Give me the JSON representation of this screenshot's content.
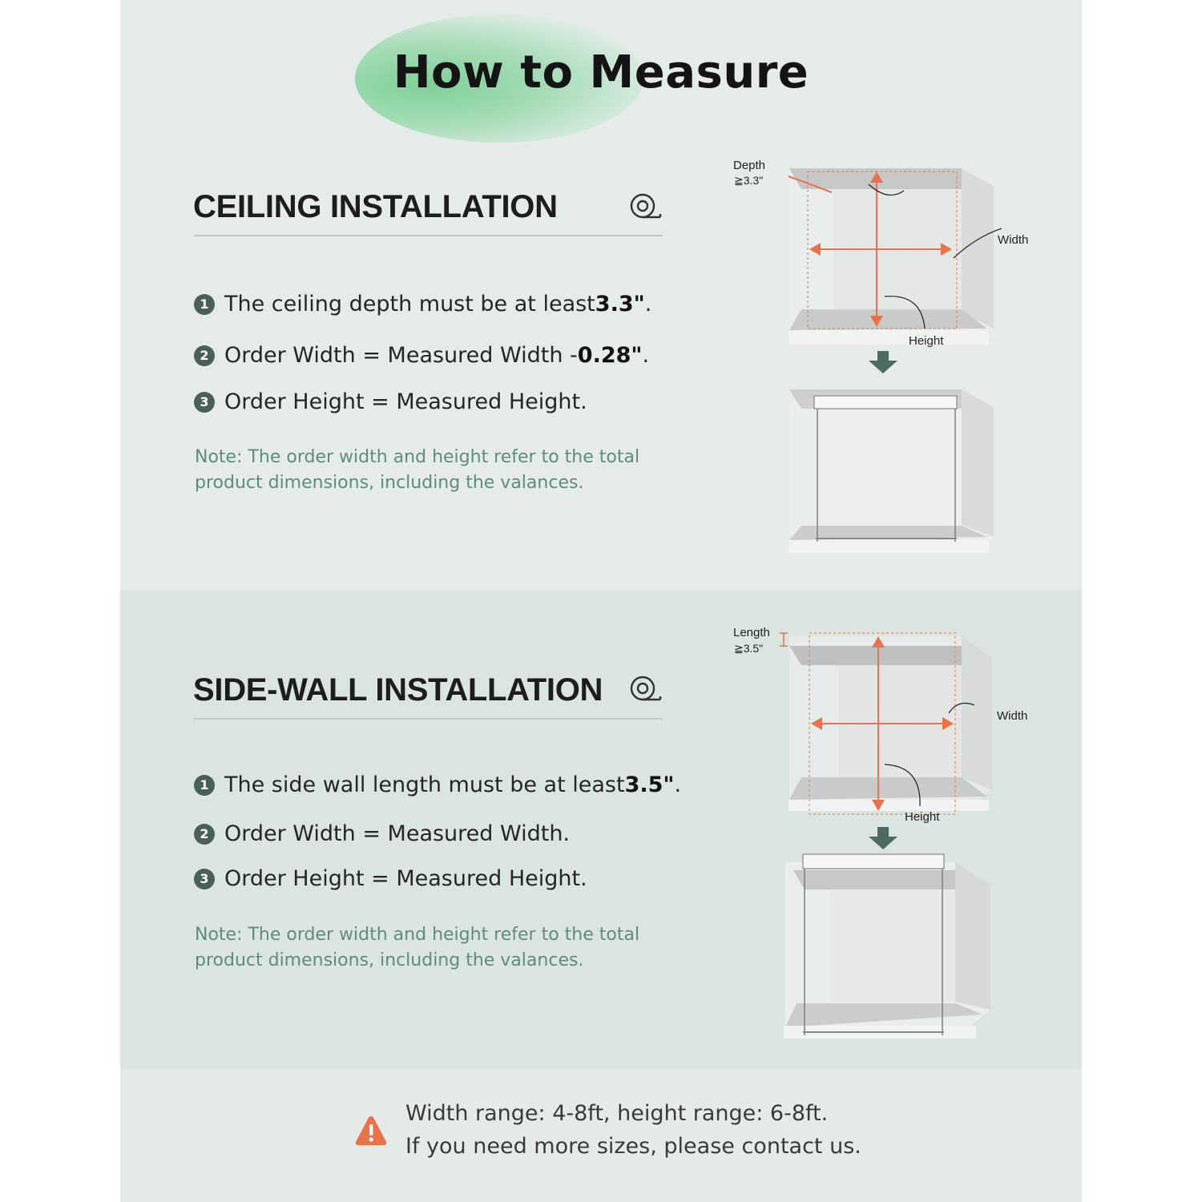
{
  "header": {
    "title": "How to Measure"
  },
  "ceiling": {
    "title": "CEILING INSTALLATION",
    "items": [
      {
        "num": "1",
        "text": "The ceiling depth must be at least ",
        "bold": "3.3\"",
        "end": "."
      },
      {
        "num": "2",
        "text": "Order Width = Measured Width - ",
        "bold": "0.28\"",
        "end": "."
      },
      {
        "num": "3",
        "text": "Order Height = Measured Height.",
        "bold": "",
        "end": ""
      }
    ],
    "note": "Note: The order width and height refer to the total product dimensions, including the valances.",
    "diagram": {
      "depth_label": "Depth",
      "depth_value": "≧3.3\"",
      "width_label": "Width",
      "height_label": "Height"
    }
  },
  "sidewall": {
    "title": "SIDE-WALL INSTALLATION",
    "items": [
      {
        "num": "1",
        "text": "The side wall length must be at least ",
        "bold": "3.5\"",
        "end": "."
      },
      {
        "num": "2",
        "text": "Order Width = Measured Width.",
        "bold": "",
        "end": ""
      },
      {
        "num": "3",
        "text": "Order Height = Measured Height.",
        "bold": "",
        "end": ""
      }
    ],
    "note": "Note: The order width and height refer to the total product dimensions, including the valances.",
    "diagram": {
      "length_label": "Length",
      "length_value": "≧3.5\"",
      "width_label": "Width",
      "height_label": "Height"
    }
  },
  "footer": {
    "line1": "Width range: 4-8ft, height range: 6-8ft.",
    "line2": "If you need more sizes, please contact us."
  },
  "colors": {
    "accent": "#e8734a",
    "arrow_down": "#4d6b5f",
    "number_badge": "#4a5f58",
    "note_text": "#5f8c7c"
  },
  "icons": {
    "section": "tape-measure-icon",
    "footer": "warning-icon",
    "step": "down-arrow-icon"
  }
}
